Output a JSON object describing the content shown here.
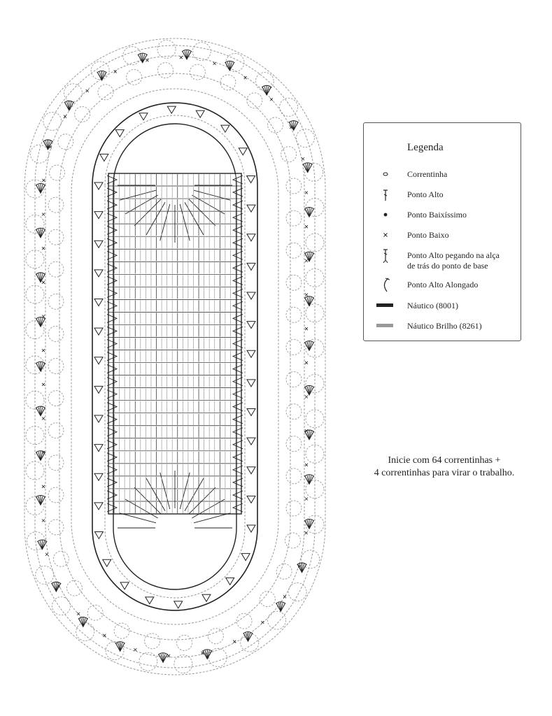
{
  "legend": {
    "title": "Legenda",
    "items": [
      {
        "symbol": "chain-icon",
        "label": "Correntinha"
      },
      {
        "symbol": "double-crochet-icon",
        "label": "Ponto Alto"
      },
      {
        "symbol": "slip-stitch-icon",
        "label": "Ponto Baixíssimo"
      },
      {
        "symbol": "single-crochet-icon",
        "label": "Ponto Baixo"
      },
      {
        "symbol": "back-loop-double-crochet-icon",
        "label": "Ponto Alto pegando na alça\nde trás do ponto de base"
      },
      {
        "symbol": "long-double-crochet-icon",
        "label": "Ponto Alto Alongado"
      },
      {
        "symbol": "color-line-icon",
        "label": "Náutico (8001)",
        "color": "#222222"
      },
      {
        "symbol": "color-line-icon",
        "label": "Náutico Brilho (8261)",
        "color": "#999999"
      }
    ]
  },
  "instructions": {
    "line1": "Inicie com 64 correntinhas +",
    "line2": "4 correntinhas para virar o trabalho."
  },
  "colors": {
    "primary_yarn": "#222222",
    "secondary_yarn": "#999999"
  }
}
